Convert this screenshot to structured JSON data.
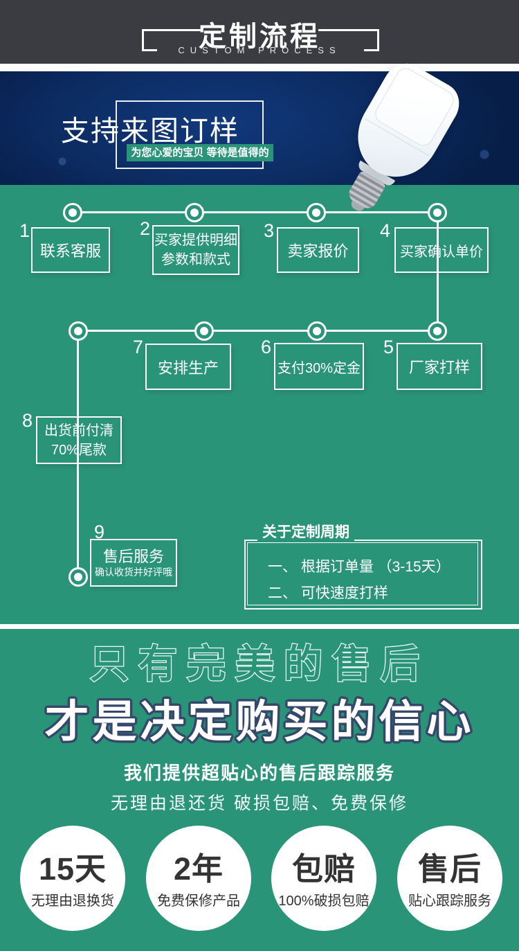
{
  "colors": {
    "green_bg": "#2a9478",
    "header_bg": "#3a3c41",
    "banner_navy": "#0c2c63",
    "white": "#ffffff",
    "dark_text": "#333333",
    "main_title_stroke": "#35476b"
  },
  "header": {
    "title": "定制流程",
    "subtitle": "CUSTOM PROCESS"
  },
  "banner": {
    "title": "支持来图订样",
    "tagline": "为您心爱的宝贝 等待是值得的"
  },
  "flow": {
    "steps": [
      {
        "num": "1",
        "label": "联系客服"
      },
      {
        "num": "2",
        "label": "买家提供明细\n参数和款式"
      },
      {
        "num": "3",
        "label": "卖家报价"
      },
      {
        "num": "4",
        "label": "买家确认单价"
      },
      {
        "num": "5",
        "label": "厂家打样"
      },
      {
        "num": "6",
        "label": "支付30%定金"
      },
      {
        "num": "7",
        "label": "安排生产"
      },
      {
        "num": "8",
        "label": "出货前付清\n70%尾款"
      },
      {
        "num": "9",
        "label": "售后服务",
        "sublabel": "确认收货并好评哦"
      }
    ],
    "cycle": {
      "title": "关于定制周期",
      "items": [
        "一、 根据订单量 （3-15天）",
        "二、 可快速度打样"
      ]
    }
  },
  "aftersales": {
    "outline_title": "只有完美的售后",
    "main_title": "才是决定购买的信心",
    "subtitle": "我们提供超贴心的售后跟踪服务",
    "note": "无理由退还货 破损包赔、免费保修",
    "badges": [
      {
        "title": "15天",
        "desc": "无理由退换货"
      },
      {
        "title": "2年",
        "desc": "免费保修产品"
      },
      {
        "title": "包赔",
        "desc": "100%破损包赔"
      },
      {
        "title": "售后",
        "desc": "贴心跟踪服务"
      }
    ]
  }
}
